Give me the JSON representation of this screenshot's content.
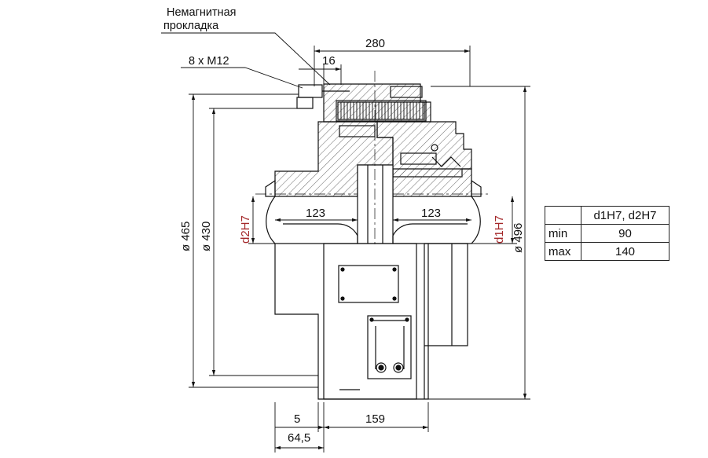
{
  "callouts": {
    "gasket_line1": "Немагнитная",
    "gasket_line2": "прокладка",
    "bolts": "8 x M12"
  },
  "dimensions": {
    "width_total": "280",
    "bolt_offset": "16",
    "dia_465": "ø 465",
    "dia_430": "ø 430",
    "dia_496": "ø 496",
    "bore_left": "123",
    "bore_right": "123",
    "d2": "d2H7",
    "d1": "d1H7",
    "offset_5": "5",
    "body_159": "159",
    "offset_64": "64,5"
  },
  "table": {
    "header": [
      "",
      "d1H7, d2H7"
    ],
    "rows": [
      {
        "label": "min",
        "value": "90"
      },
      {
        "label": "max",
        "value": "140"
      }
    ]
  },
  "colors": {
    "line": "#111111",
    "tolerance_label": "#a4282a",
    "hatch": "#444444"
  }
}
